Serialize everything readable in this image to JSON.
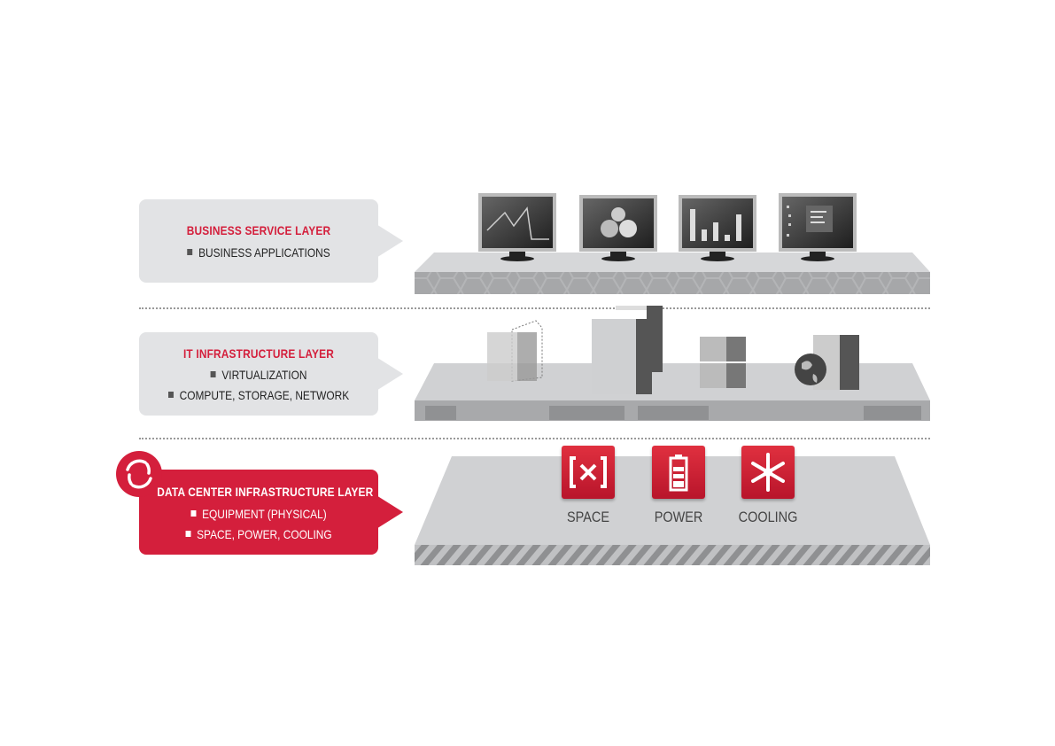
{
  "layers": [
    {
      "title": "BUSINESS SERVICE LAYER",
      "items": [
        "BUSINESS APPLICATIONS"
      ]
    },
    {
      "title": "IT INFRASTRUCTURE LAYER",
      "items": [
        "VIRTUALIZATION",
        "COMPUTE, STORAGE, NETWORK"
      ]
    },
    {
      "title": "DATA CENTER INFRASTRUCTURE LAYER",
      "items": [
        "EQUIPMENT (PHYSICAL)",
        "SPACE, POWER, COOLING"
      ]
    }
  ],
  "facilities": [
    {
      "label": "SPACE",
      "icon": "space-icon"
    },
    {
      "label": "POWER",
      "icon": "battery-icon"
    },
    {
      "label": "COOLING",
      "icon": "snowflake-icon"
    }
  ],
  "colors": {
    "accent": "#d41f3c",
    "label_bg": "#e2e3e5",
    "platform": "#c9cacc"
  }
}
